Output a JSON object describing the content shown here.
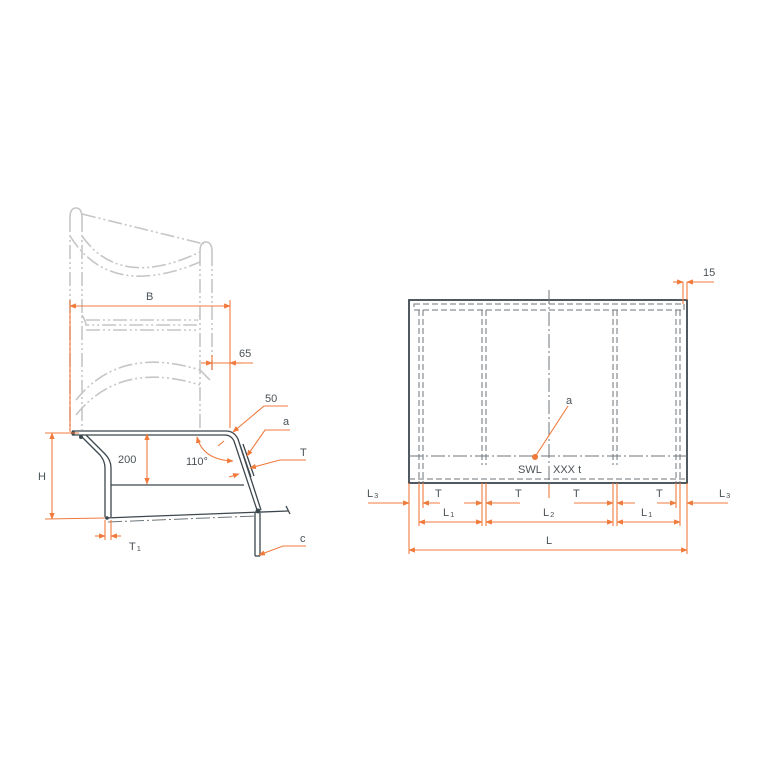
{
  "colors": {
    "background": "#ffffff",
    "dimension": "#f07a3c",
    "steel": "#3c474e",
    "ghost": "#c4c6c8",
    "text": "#4a5257"
  },
  "side_view": {
    "labels": {
      "width": "B",
      "post_offset": "65",
      "bend_radius": "50",
      "weld": "a",
      "thickness": "T",
      "height": "H",
      "brace_height": "200",
      "angle": "110°",
      "base_thickness": "T",
      "base_thickness_sub": "1",
      "connection": "c"
    }
  },
  "front_view": {
    "labels": {
      "edge_offset": "15",
      "weld": "a",
      "swl": "SWL",
      "capacity": "XXX t",
      "t1": "T",
      "t2": "T",
      "t3": "T",
      "t4": "T",
      "l3_left": "L",
      "l3_left_sub": "3",
      "l3_right": "L",
      "l3_right_sub": "3",
      "l1_left": "L",
      "l1_left_sub": "1",
      "l2": "L",
      "l2_sub": "2",
      "l1_right": "L",
      "l1_right_sub": "1",
      "total_length": "L"
    }
  }
}
